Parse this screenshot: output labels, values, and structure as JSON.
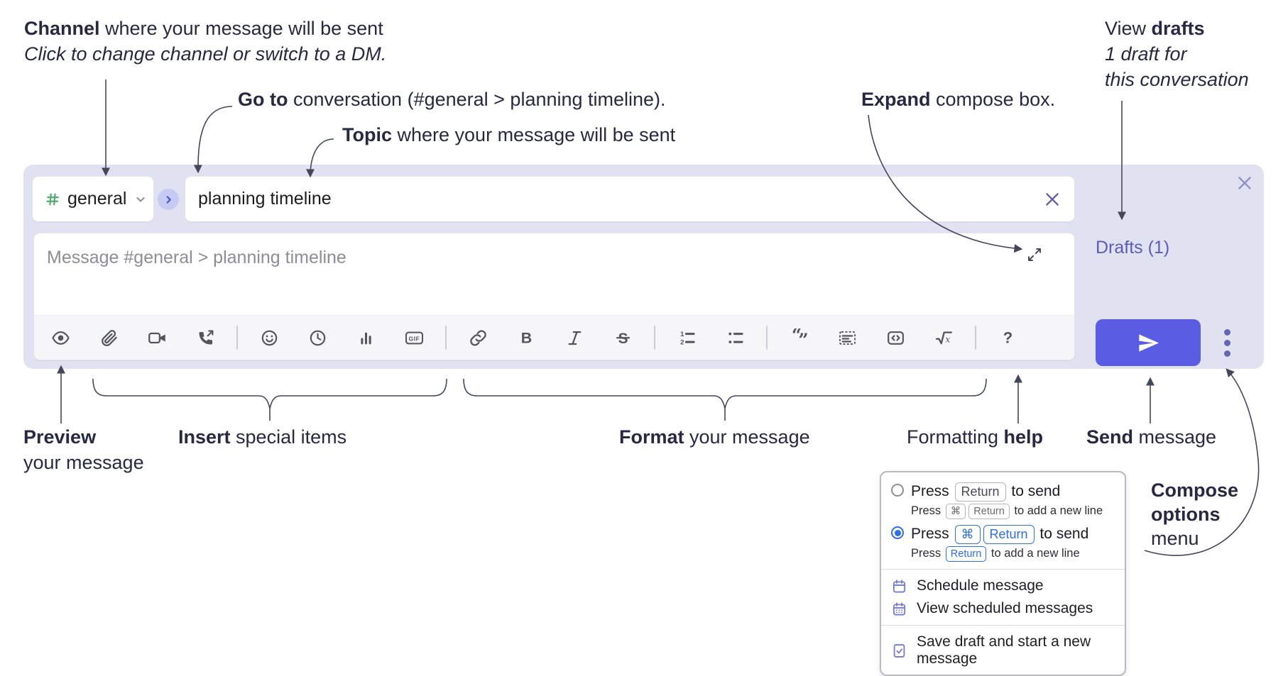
{
  "annotations": {
    "channel_line1_bold": "Channel",
    "channel_line1_rest": " where your message will be sent",
    "channel_line2": "Click to change channel or switch to a DM.",
    "goto_bold": "Go to",
    "goto_rest": " conversation (#general > planning timeline).",
    "topic_bold": "Topic",
    "topic_rest": " where your message will be sent",
    "expand_bold": "Expand",
    "expand_rest": " compose box.",
    "drafts_line1_pre": "View ",
    "drafts_line1_bold": "drafts",
    "drafts_line2": "1 draft for",
    "drafts_line3": "this conversation",
    "preview_bold": "Preview",
    "preview_line2": "your message",
    "insert_bold": "Insert",
    "insert_rest": " special items",
    "format_bold": "Format",
    "format_rest": " your message",
    "help_pre": "Formatting ",
    "help_bold": "help",
    "send_bold": "Send",
    "send_rest": " message",
    "compose_line1": "Compose",
    "compose_line2": "options",
    "compose_line3": "menu"
  },
  "composer": {
    "channel_name": "general",
    "topic_value": "planning timeline",
    "message_placeholder": "Message #general > planning timeline",
    "drafts_label": "Drafts (1)",
    "toolbar_groups": [
      [
        {
          "icon": "eye",
          "btn": "preview-message-button"
        },
        {
          "icon": "paperclip",
          "btn": "attach-file-button"
        },
        {
          "icon": "video-camera",
          "btn": "record-video-button"
        },
        {
          "icon": "phone",
          "btn": "record-audio-button"
        }
      ],
      [
        {
          "icon": "smiley",
          "btn": "emoji-button"
        },
        {
          "icon": "clock",
          "btn": "schedule-button"
        },
        {
          "icon": "bar-chart",
          "btn": "workflow-button"
        },
        {
          "icon": "gif",
          "btn": "gif-button"
        }
      ],
      [
        {
          "icon": "link",
          "btn": "link-button"
        },
        {
          "icon": "bold",
          "btn": "bold-button"
        },
        {
          "icon": "italic",
          "btn": "italic-button"
        },
        {
          "icon": "strikethrough",
          "btn": "strikethrough-button"
        }
      ],
      [
        {
          "icon": "ordered-list",
          "btn": "ordered-list-button"
        },
        {
          "icon": "bulleted-list",
          "btn": "bulleted-list-button"
        }
      ],
      [
        {
          "icon": "quote",
          "btn": "blockquote-button"
        },
        {
          "icon": "code-block",
          "btn": "code-block-button"
        },
        {
          "icon": "code",
          "btn": "code-button"
        },
        {
          "icon": "formula",
          "btn": "formula-button"
        }
      ],
      [
        {
          "icon": "help",
          "btn": "formatting-help-button"
        }
      ]
    ]
  },
  "menu": {
    "option_return": {
      "press": "Press",
      "key": "Return",
      "after": "to send",
      "sub_press": "Press",
      "sub_key1": "⌘",
      "sub_key2": "Return",
      "sub_after": "to add a new line"
    },
    "option_cmd_return": {
      "press": "Press",
      "key1": "⌘",
      "key2": "Return",
      "after": "to send",
      "sub_press": "Press",
      "sub_key": "Return",
      "sub_after": "to add a new line"
    },
    "schedule": "Schedule message",
    "view_scheduled": "View scheduled messages",
    "save_draft": "Save draft and start a new message"
  },
  "colors": {
    "panel_bg": "#e1e2f1",
    "send_button": "#5a5ce4",
    "drafts_link": "#5a5cb8",
    "selected_blue": "#2f6fe3",
    "channel_green": "#58ad70",
    "annotation_text": "#262941"
  }
}
